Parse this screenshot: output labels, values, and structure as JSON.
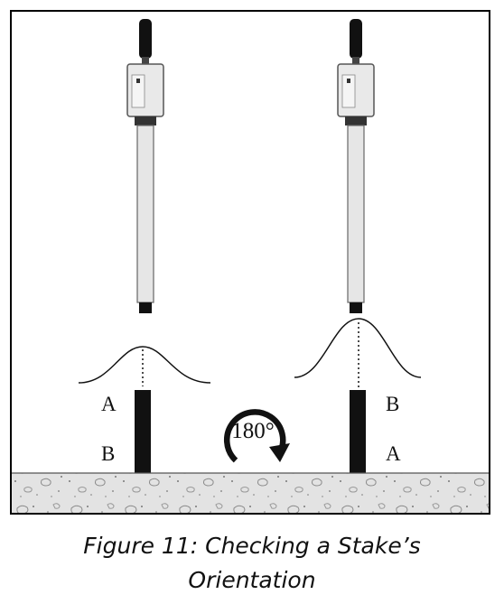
{
  "figure": {
    "rotation_label": "180°",
    "left_stake": {
      "top_label": "A",
      "bottom_label": "B"
    },
    "right_stake": {
      "top_label": "B",
      "bottom_label": "A"
    },
    "caption_line1": "Figure 11:  Checking a Stake’s",
    "caption_line2": "Orientation"
  },
  "colors": {
    "ink": "#111111",
    "probe_body": "#e6e6e6",
    "ground": "#e3e3e3"
  }
}
